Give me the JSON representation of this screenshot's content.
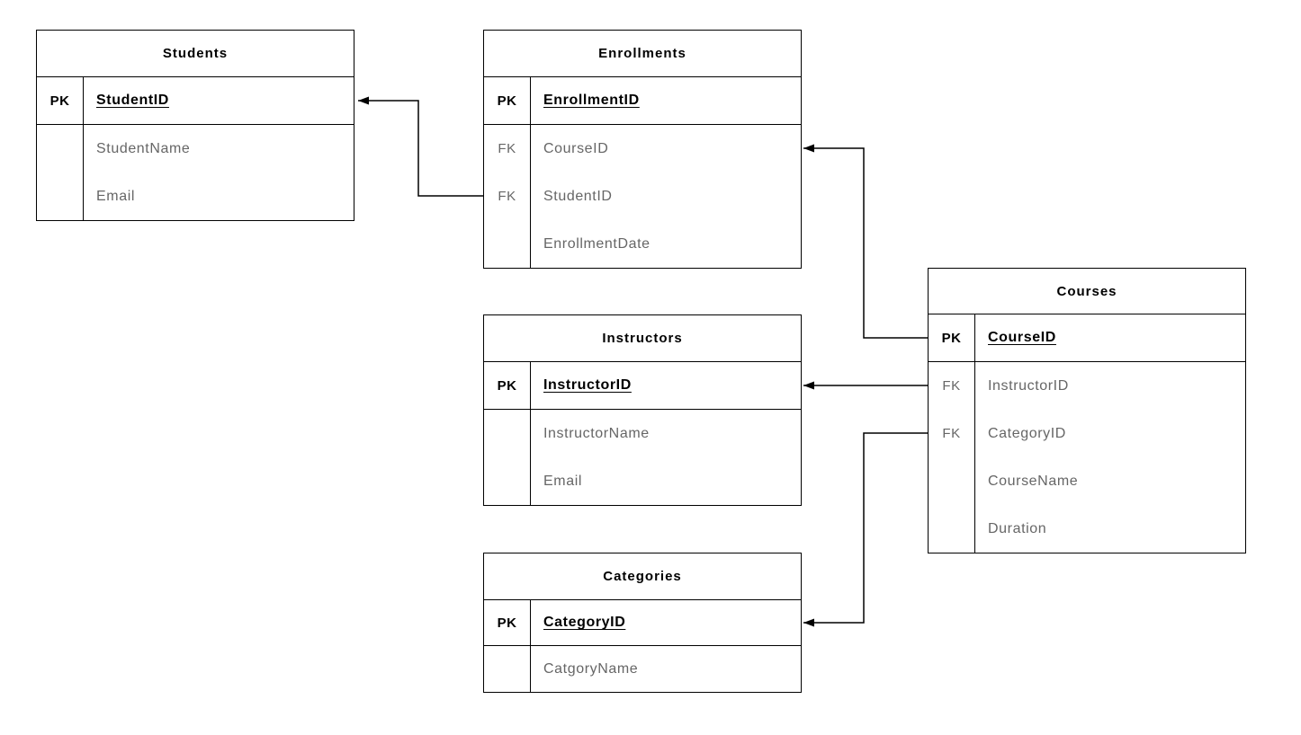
{
  "colors": {
    "background": "#ffffff",
    "line": "#000000",
    "text_primary": "#000000",
    "text_secondary": "#666666"
  },
  "tables": {
    "students": {
      "title": "Students",
      "rows": [
        {
          "key": "PK",
          "name": "StudentID"
        },
        {
          "key": "",
          "name": "StudentName"
        },
        {
          "key": "",
          "name": "Email"
        }
      ]
    },
    "enrollments": {
      "title": "Enrollments",
      "rows": [
        {
          "key": "PK",
          "name": "EnrollmentID"
        },
        {
          "key": "FK",
          "name": "CourseID"
        },
        {
          "key": "FK",
          "name": "StudentID"
        },
        {
          "key": "",
          "name": "EnrollmentDate"
        }
      ]
    },
    "instructors": {
      "title": "Instructors",
      "rows": [
        {
          "key": "PK",
          "name": "InstructorID"
        },
        {
          "key": "",
          "name": "InstructorName"
        },
        {
          "key": "",
          "name": "Email"
        }
      ]
    },
    "categories": {
      "title": "Categories",
      "rows": [
        {
          "key": "PK",
          "name": "CategoryID"
        },
        {
          "key": "",
          "name": "CatgoryName"
        }
      ]
    },
    "courses": {
      "title": "Courses",
      "rows": [
        {
          "key": "PK",
          "name": "CourseID"
        },
        {
          "key": "FK",
          "name": "InstructorID"
        },
        {
          "key": "FK",
          "name": "CategoryID"
        },
        {
          "key": "",
          "name": "CourseName"
        },
        {
          "key": "",
          "name": "Duration"
        }
      ]
    }
  },
  "relationships": [
    {
      "from": "Enrollments.StudentID",
      "to": "Students.StudentID"
    },
    {
      "from": "Courses.CourseID",
      "to": "Enrollments.CourseID"
    },
    {
      "from": "Courses.InstructorID",
      "to": "Instructors.InstructorID"
    },
    {
      "from": "Courses.CategoryID",
      "to": "Categories.CategoryID"
    }
  ]
}
